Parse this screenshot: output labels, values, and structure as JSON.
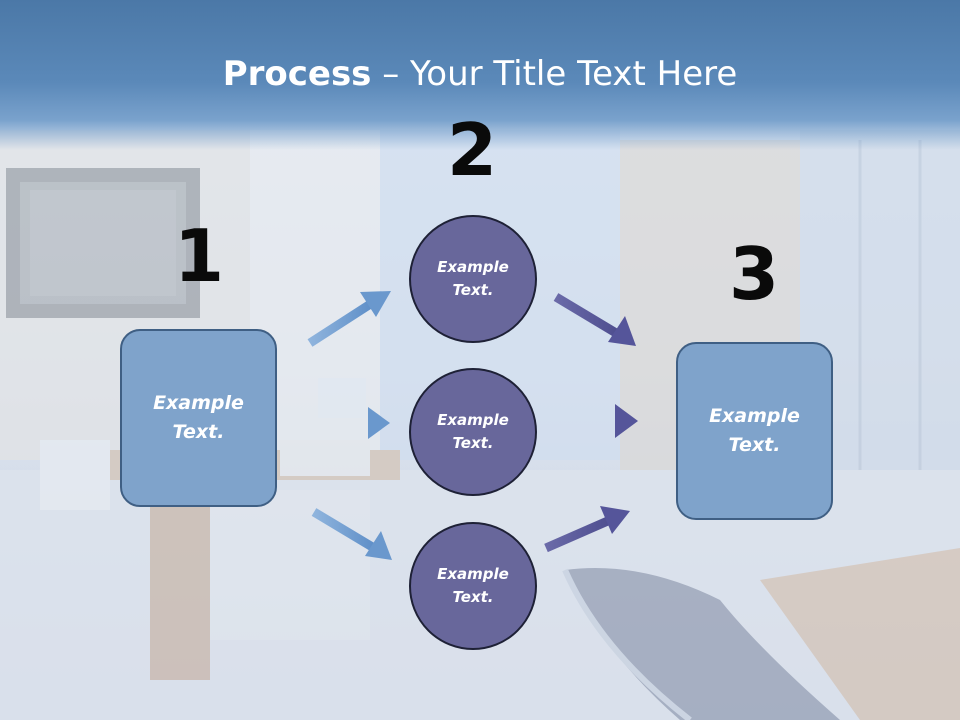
{
  "title": {
    "bold": "Process",
    "rest": " – Your Title Text Here"
  },
  "steps": {
    "one": {
      "number": "1",
      "text_line1": "Example",
      "text_line2": "Text."
    },
    "two": {
      "number": "2"
    },
    "three": {
      "number": "3",
      "text_line1": "Example",
      "text_line2": "Text."
    }
  },
  "circles": [
    {
      "line1": "Example",
      "line2": "Text."
    },
    {
      "line1": "Example",
      "line2": "Text."
    },
    {
      "line1": "Example",
      "line2": "Text."
    }
  ],
  "colors": {
    "box_fill": "#7fa3cb",
    "circle_fill": "#68679b",
    "left_arrow": "#6f9bcf",
    "right_arrow": "#59599a"
  }
}
